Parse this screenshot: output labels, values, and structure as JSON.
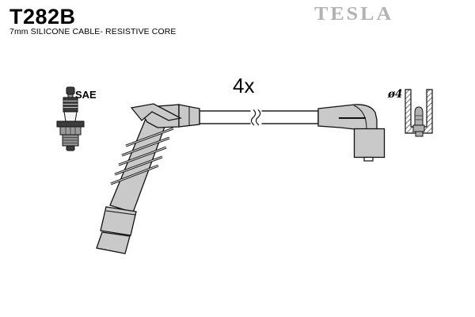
{
  "header": {
    "part_number": "T282B",
    "subtitle": "7mm SILICONE CABLE- RESISTIVE CORE",
    "brand": "TESLA"
  },
  "diagram": {
    "quantity_label": "4x",
    "spark_plug_label": "SAE",
    "terminal_diameter_label": "ø4"
  },
  "colors": {
    "background": "#ffffff",
    "boot_gray": "#c9c9c9",
    "logo_gray": "#b3b3b3",
    "outline": "#111111"
  }
}
